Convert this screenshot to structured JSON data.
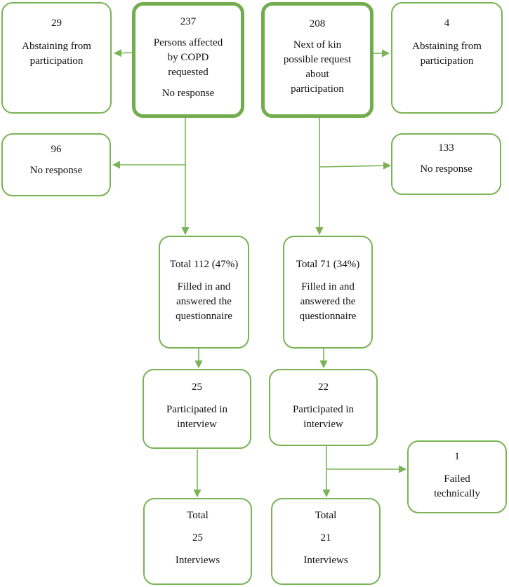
{
  "boxes": {
    "copd_abstain": {
      "lines": [
        "29",
        "",
        "Abstaining from",
        "participation"
      ]
    },
    "copd_request": {
      "lines": [
        "237",
        "",
        "Persons affected",
        "by COPD",
        "requested",
        "",
        "No response"
      ]
    },
    "kin_request": {
      "lines": [
        "208",
        "",
        "Next of kin",
        "possible request",
        "about",
        "participation"
      ]
    },
    "kin_abstain": {
      "lines": [
        "4",
        "",
        "Abstaining from",
        "participation"
      ]
    },
    "copd_noresp": {
      "lines": [
        "96",
        "",
        "No response"
      ]
    },
    "kin_noresp": {
      "lines": [
        "133",
        "",
        "No response"
      ]
    },
    "copd_total": {
      "lines": [
        "Total 112 (47%)",
        "",
        "Filled in and",
        "answered the",
        "questionnaire"
      ]
    },
    "kin_total": {
      "lines": [
        "Total 71 (34%)",
        "",
        "Filled in and",
        "answered the",
        "questionnaire"
      ]
    },
    "copd_interview": {
      "lines": [
        "25",
        "",
        "Participated in",
        "interview"
      ]
    },
    "kin_interview": {
      "lines": [
        "22",
        "",
        "Participated in",
        "interview"
      ]
    },
    "kin_failed": {
      "lines": [
        "1",
        "",
        "Failed",
        "technically"
      ]
    },
    "copd_final": {
      "lines": [
        "Total",
        "",
        "25",
        "",
        "Interviews"
      ]
    },
    "kin_final": {
      "lines": [
        "Total",
        "",
        "21",
        "",
        "Interviews"
      ]
    }
  },
  "colors": {
    "border": "#7ab356",
    "arrow": "#7ab356"
  }
}
